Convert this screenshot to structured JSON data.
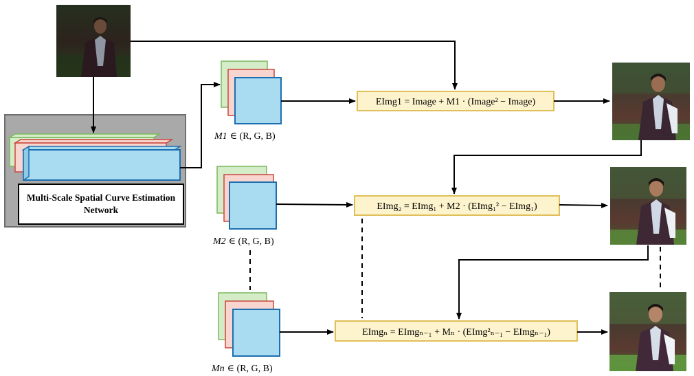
{
  "network": {
    "label": "Multi-Scale Spatial Curve Estimation Network"
  },
  "maps": [
    {
      "name": "M1",
      "caption": "∈ (R, G, B)"
    },
    {
      "name": "M2",
      "caption": "∈ (R, G, B)"
    },
    {
      "name": "Mn",
      "caption": "∈ (R, G, B)"
    }
  ],
  "equations": {
    "eq1": "EImg1 = Image + M1 · (Image² − Image)",
    "eq2": "EImg₂ = EImg₁ + M2 · (EImg₁² − EImg₁)",
    "eqn": "EImgₙ = EImgₙ₋₁ + Mₙ · (EImg²ₙ₋₁ − EImgₙ₋₁)"
  },
  "colors": {
    "equation_fill": "#fdf3cc",
    "equation_border": "#e0bf5a",
    "map_front": "#a9dcf0",
    "map_front_border": "#1e6fb0",
    "map_mid": "#f8d6cf",
    "map_mid_border": "#c9463b",
    "map_back": "#d5ecc8",
    "map_back_border": "#7ab85c",
    "network_bg": "#a9a9a9"
  }
}
